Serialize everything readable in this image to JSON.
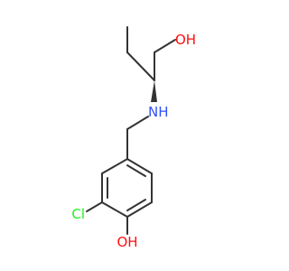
{
  "molecule": {
    "atoms": {
      "hydroxyl_top": {
        "text": "OH",
        "color": "#ff0d0d"
      },
      "amine": {
        "text": "NH",
        "color": "#3050f8"
      },
      "chloro": {
        "text": "Cl",
        "color": "#1ff01f"
      },
      "hydroxyl_bottom": {
        "text": "OH",
        "color": "#ff0d0d"
      }
    },
    "bond_color": "#333333"
  }
}
